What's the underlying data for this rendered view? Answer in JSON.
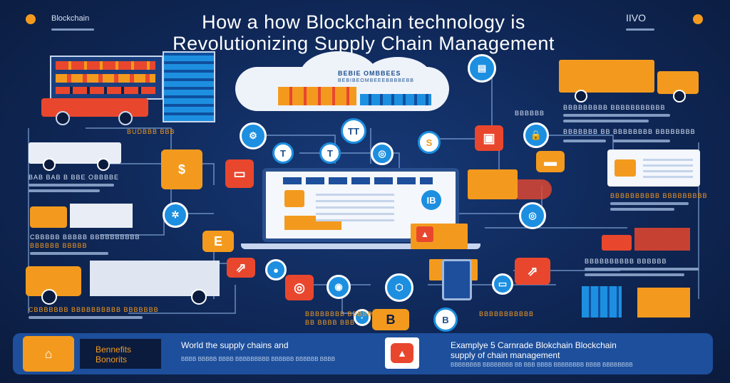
{
  "header": {
    "title_line1": "How a how Blockchain technology is",
    "title_line2": "Revolutionizing Supply Chain Management",
    "left_brand": "Blockchain",
    "right_brand": "IIVO"
  },
  "cloud": {
    "line1": "BEBIE OMBBEES",
    "line2": "BEBIBEOMBEEEBBBBEBB"
  },
  "labels": {
    "left_top": "BUDBBB BBB",
    "left_mid1": "BAB BAB B BBE OBBBBE",
    "left_mid2": "CBBBBB BBBBB BBBBBBBBBB",
    "left_mid3": "BBBBBB BBBBB",
    "left_bottom": "CBBBBBBB BBBBBBBBBB BBBBBBB",
    "right_top": "BBBBBBBBB BBBBBBBBBBB",
    "right_mid1": "BBBBBBB BB BBBBBBBB BBBBBBBB",
    "right_mid2": "BBBBBBBBBB BBBBBBBBB",
    "right_small1": "BBBBBB",
    "right_small2": "BBBBBBBBBB BBBBBB",
    "center_bottom": "BBBBBBBB BBBBB",
    "center_bottom2": "BB BBBB BBB",
    "right_bottom": "BBBBBBBBBBB"
  },
  "icons": {
    "b_badge": "B",
    "s_badge": "S",
    "t_badge": "T",
    "tt_badge": "TT",
    "dollar": "$",
    "ib": "IB"
  },
  "bottom": {
    "benefits_title": "Bennefits",
    "benefits_sub": "Bonorits",
    "world_title": "World the supply chains and",
    "world_sub": "BBBB BBBBB BBBB BBBBBBBBB BBBBBB BBBBBB BBBB",
    "example_title": "Examplye 5 Carnrade Blokchain Blockchain",
    "example_title2": "supply of chain management",
    "example_sub": "BBBBBBBB BBBBBBBB BB BBB BBBB BBBBBBBB BBBB BBBBBBBB"
  },
  "colors": {
    "background": "#102a5c",
    "accent_orange": "#f39a1e",
    "accent_red": "#e8472e",
    "accent_blue": "#1d8fe0",
    "panel": "#1d4f9c"
  }
}
